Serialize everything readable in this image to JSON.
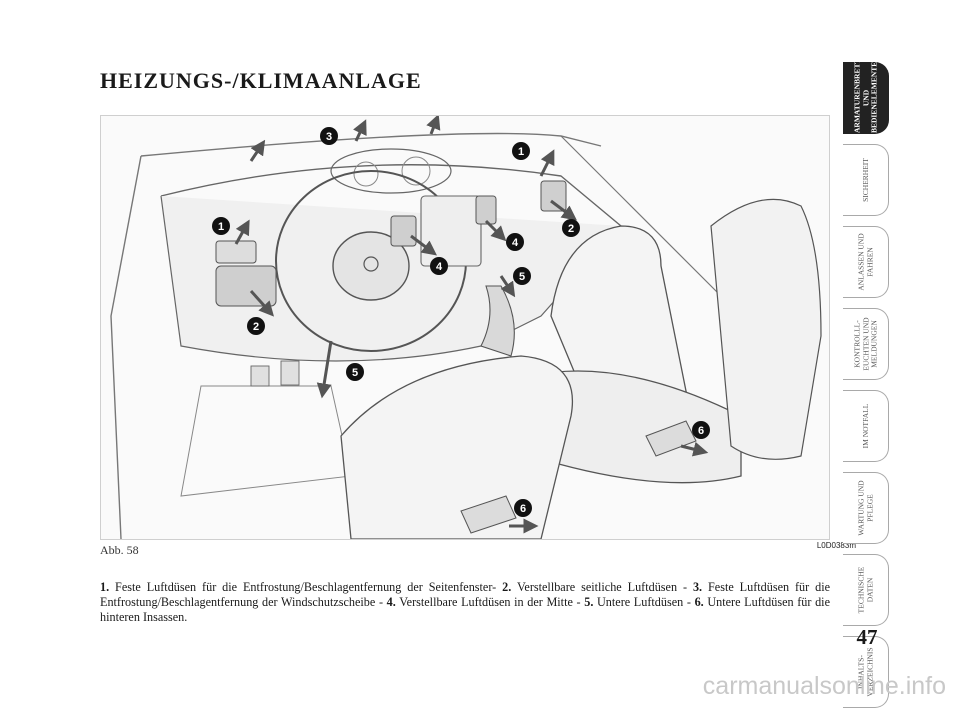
{
  "page": {
    "title": "HEIZUNGS-/KLIMAANLAGE",
    "figure_caption": "Abb. 58",
    "figure_code": "L0D0383m",
    "page_number": "47",
    "watermark": "carmanualsonline.info"
  },
  "figure": {
    "callouts": [
      "1",
      "1",
      "2",
      "2",
      "3",
      "4",
      "4",
      "5",
      "5",
      "6",
      "6"
    ]
  },
  "body": {
    "items": [
      {
        "num": "1.",
        "text": " Feste Luftdüsen für die Entfrostung/Beschlagentfernung der Seitenfenster- "
      },
      {
        "num": "2.",
        "text": " Verstellbare seitliche Luftdüsen - "
      },
      {
        "num": "3.",
        "text": " Feste Luftdüsen für die Entfrostung/Beschlagentfernung der Windschutzscheibe - "
      },
      {
        "num": "4.",
        "text": " Verstellbare Luftdüsen in der Mitte - "
      },
      {
        "num": "5.",
        "text": " Untere Luftdüsen - "
      },
      {
        "num": "6.",
        "text": " Untere Luftdüsen für die hinteren Insassen."
      }
    ]
  },
  "sidebar": {
    "tabs": [
      {
        "label": "ARMATURENBRETT UND BEDIENELEMENTE",
        "active": true
      },
      {
        "label": "SICHERHEIT",
        "active": false
      },
      {
        "label": "ANLASSEN UND FAHREN",
        "active": false
      },
      {
        "label": "KONTROLLL-EUCHTEN UND MELDUNGEN",
        "active": false
      },
      {
        "label": "IM NOTFALL",
        "active": false
      },
      {
        "label": "WARTUNG UND PFLEGE",
        "active": false
      },
      {
        "label": "TECHNISCHE DATEN",
        "active": false
      },
      {
        "label": "INHALTS-VERZEICHNIS",
        "active": false
      }
    ]
  }
}
